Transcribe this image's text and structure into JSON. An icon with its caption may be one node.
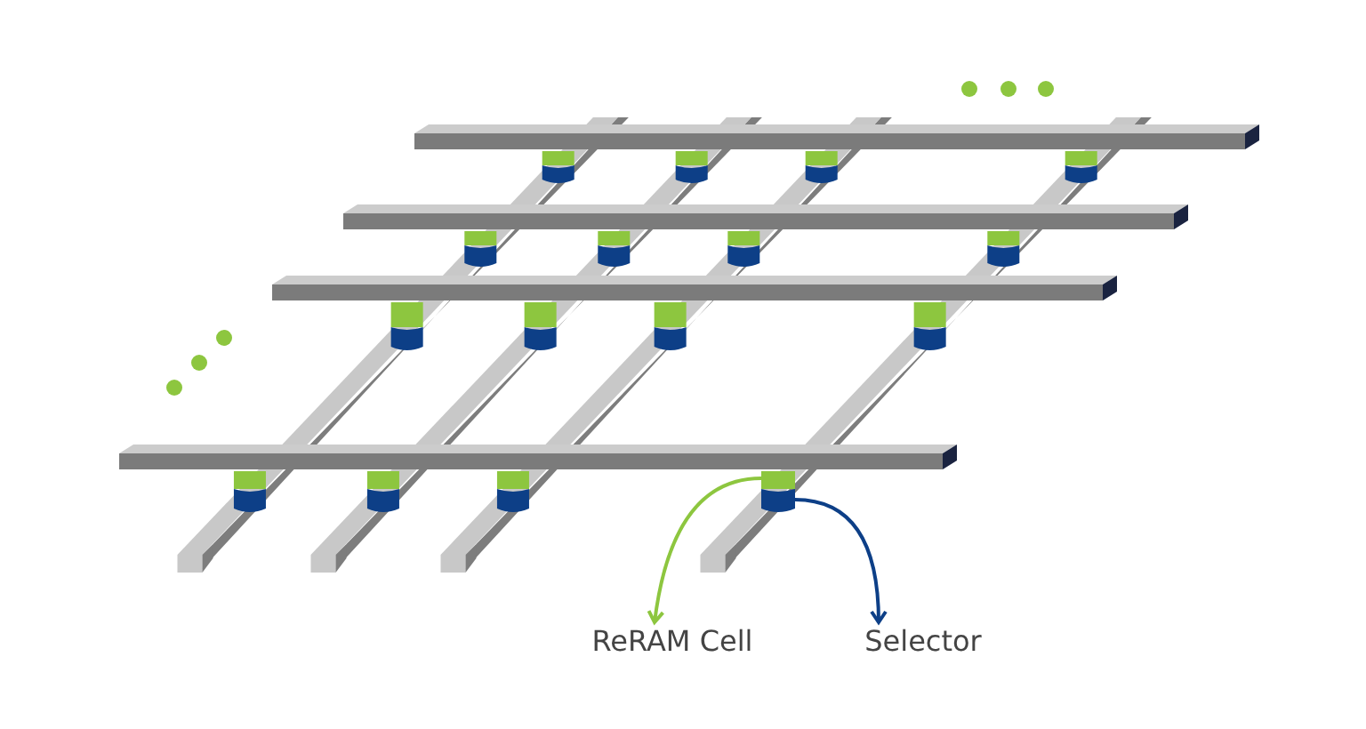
{
  "diagram": {
    "nodes": [
      {
        "text": [],
        "shape": "cylinder"
      },
      {
        "text": [],
        "shape": "cylinder"
      },
      {
        "text": [
          "ReRAM Cell"
        ]
      },
      {
        "text": [
          "Selector"
        ]
      }
    ],
    "edges": [
      {
        "from": 0,
        "to": 2,
        "arrow": "to",
        "color": "#8dc63f"
      },
      {
        "from": 1,
        "to": 3,
        "arrow": "to",
        "color": "#0d3f87"
      }
    ]
  }
}
